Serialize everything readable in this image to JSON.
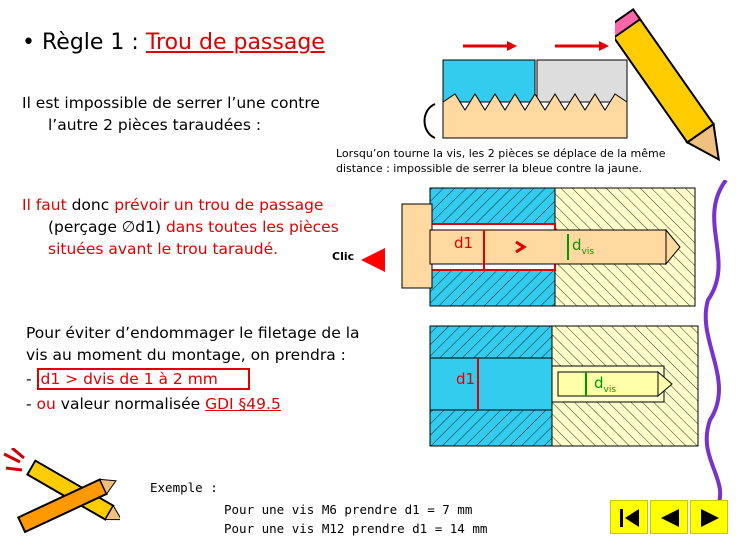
{
  "title": {
    "bullet": "•",
    "prefix": "Règle 1 : ",
    "link": "Trou de passage"
  },
  "para1": {
    "line1": "Il est impossible de serrer l’une contre",
    "line2": "l’autre 2 pièces taraudées :"
  },
  "caption": {
    "line1": "Lorsqu’on tourne la vis, les 2 pièces se déplace de la même",
    "line2": "distance : impossible de serrer la bleue contre la jaune."
  },
  "para2": {
    "a": "Il faut ",
    "b": "donc ",
    "c": "prévoir un trou de passage",
    "line2": "(perçage ∅d1) ",
    "line2b": "dans toutes les pièces",
    "line3": "situées avant le trou taraudé."
  },
  "labels": {
    "d1": "d1",
    "dvis_d": "d",
    "dvis_sub": "vis",
    "clic": "Clic"
  },
  "para3": {
    "line1": "Pour éviter d’endommager le filetage de la",
    "line2": "vis au moment du montage,  on prendra :",
    "dash1": "-",
    "box": "d1 > dvis de 1 à 2 mm",
    "dash2": "- ",
    "ou": "ou",
    "rest": " valeur normalisée ",
    "gdi": "GDI §49.5"
  },
  "example": {
    "label": "Exemple :",
    "line1": "Pour une vis M6 prendre d1 = 7 mm",
    "line2": "Pour une vis M12 prendre d1 = 14 mm"
  },
  "nav": {
    "first": "first-slide",
    "prev": "previous-slide",
    "next": "next-slide"
  },
  "colors": {
    "red": "#e00000",
    "blue": "#33ccee",
    "yellow": "#ffffcc",
    "green": "#009900",
    "nav": "#ffff00"
  }
}
